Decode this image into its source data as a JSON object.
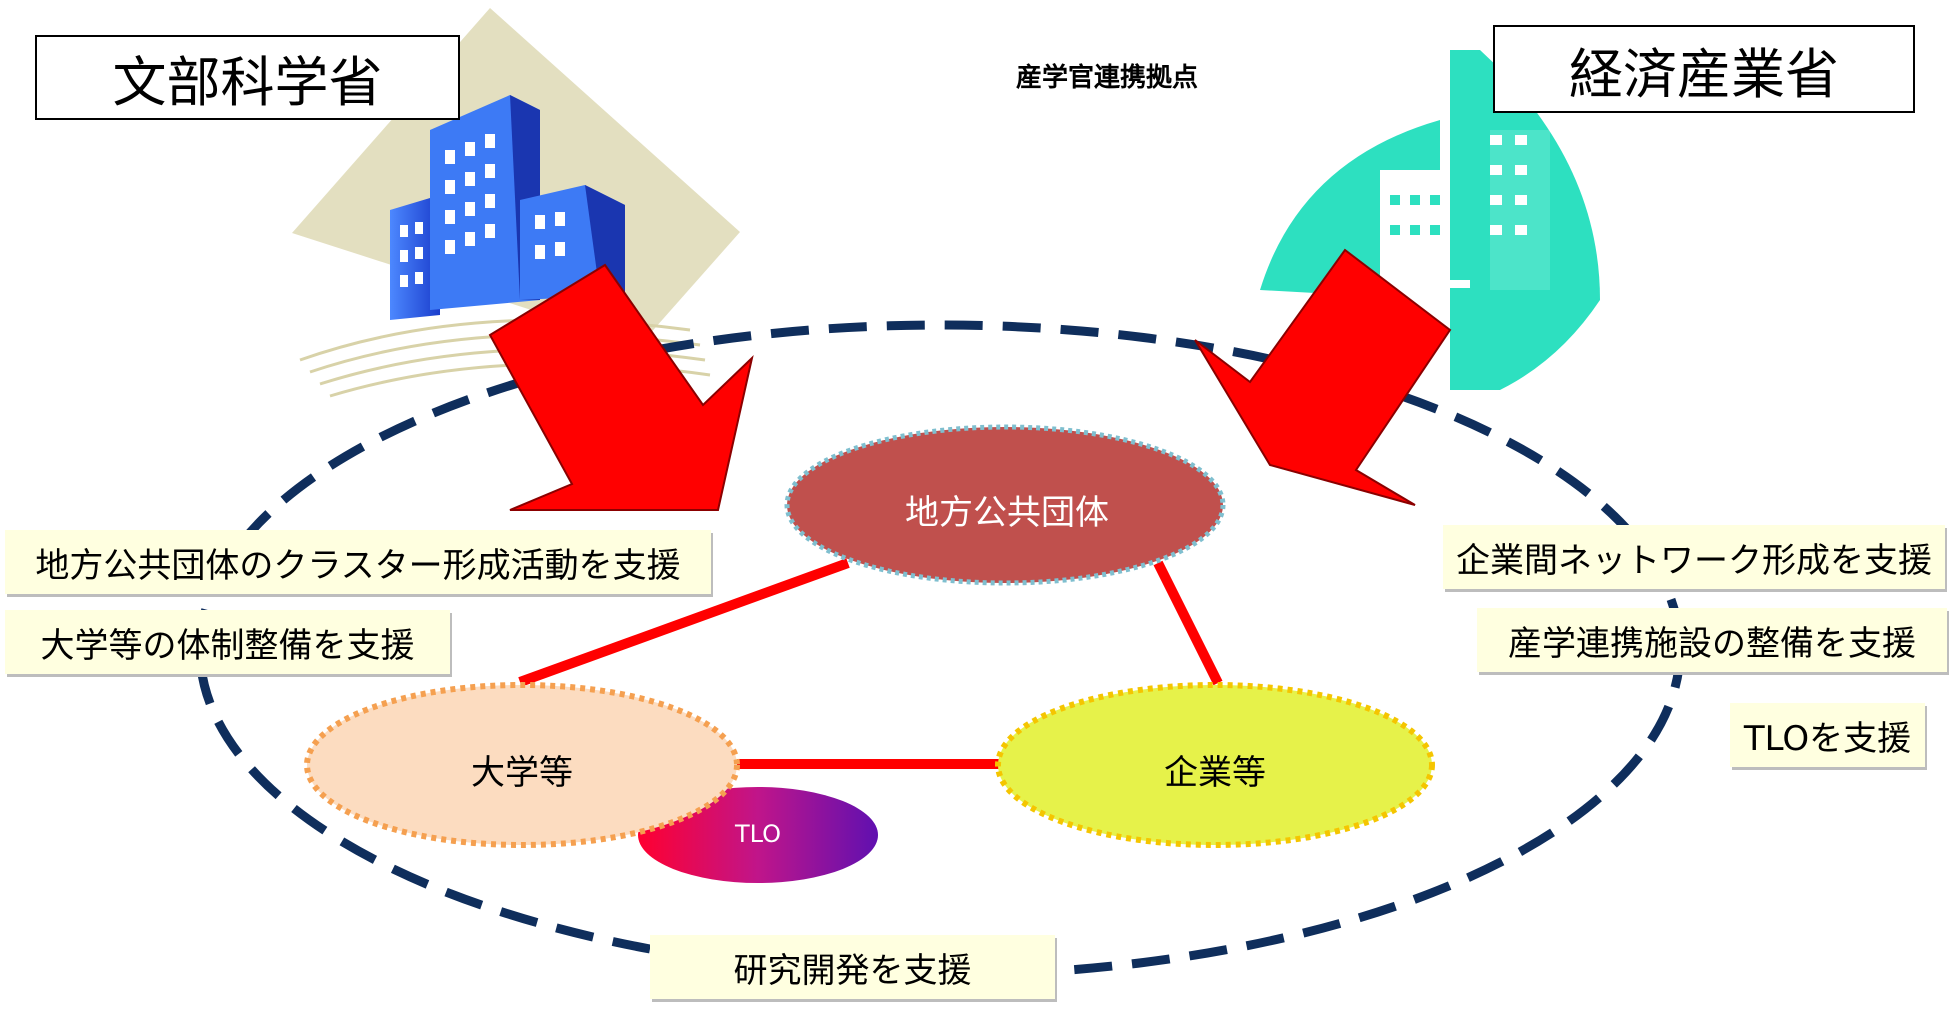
{
  "ministries": {
    "left": "文部科学省",
    "right": "経済産業省"
  },
  "center_title": "産学官連携拠点",
  "nodes": {
    "local_gov": "地方公共団体",
    "university": "大学等",
    "company": "企業等",
    "tlo": "TLO"
  },
  "supports": {
    "cluster": "地方公共団体のクラスター形成活動を支援",
    "university_system": "大学等の体制整備を支援",
    "company_network": "企業間ネットワーク形成を支援",
    "facility": "産学連携施設の整備を支援",
    "tlo": "TLOを支援",
    "rnd": "研究開発を支援"
  },
  "colors": {
    "arrow": "#ff0000",
    "dashed_ellipse": "#0f2e5c",
    "local_gov_fill": "#c0504d",
    "local_gov_border": "#7fbfcf",
    "university_fill": "#fcdcc0",
    "university_border": "#f5a050",
    "company_fill": "#e6f24a",
    "company_border": "#f5c500",
    "connector": "#ff0000",
    "support_bg": "#ffffe0",
    "building_left": "#3366ff",
    "building_right": "#2de0c0"
  },
  "icons": {
    "left_illustration": "office-buildings-icon",
    "right_illustration": "factory-building-icon"
  }
}
